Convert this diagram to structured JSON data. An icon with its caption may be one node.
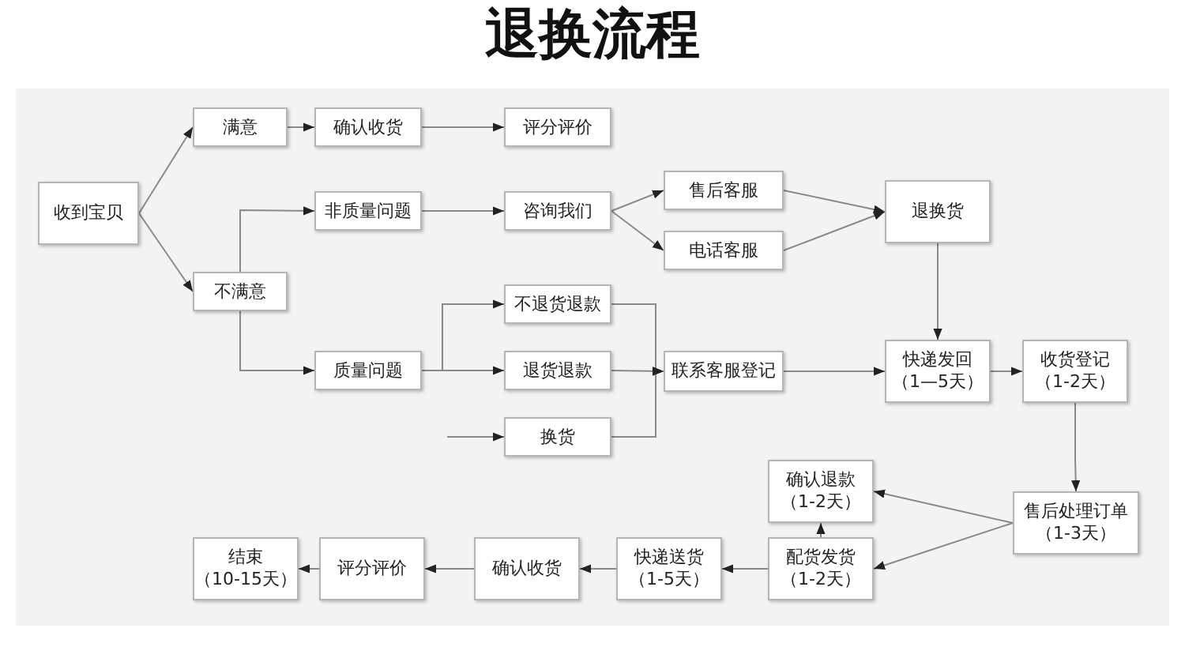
{
  "diagram": {
    "title": "退换流程",
    "nodes": [
      {
        "text": [
          "收到宝贝"
        ]
      },
      {
        "text": [
          "满意"
        ]
      },
      {
        "text": [
          "确认收货"
        ]
      },
      {
        "text": [
          "评分评价"
        ]
      },
      {
        "text": [
          "不满意"
        ]
      },
      {
        "text": [
          "非质量问题"
        ]
      },
      {
        "text": [
          "咨询我们"
        ]
      },
      {
        "text": [
          "售后客服"
        ]
      },
      {
        "text": [
          "电话客服"
        ]
      },
      {
        "text": [
          "退换货"
        ]
      },
      {
        "text": [
          "质量问题"
        ]
      },
      {
        "text": [
          "不退货退款"
        ]
      },
      {
        "text": [
          "退货退款"
        ]
      },
      {
        "text": [
          "换货"
        ]
      },
      {
        "text": [
          "联系客服登记"
        ]
      },
      {
        "text": [
          "快递发回",
          "（1—5天）"
        ]
      },
      {
        "text": [
          "收货登记",
          "（1-2天）"
        ]
      },
      {
        "text": [
          "售后处理订单",
          "（1-3天）"
        ]
      },
      {
        "text": [
          "确认退款",
          "（1-2天）"
        ]
      },
      {
        "text": [
          "配货发货",
          "（1-2天）"
        ]
      },
      {
        "text": [
          "快递送货",
          "（1-5天）"
        ]
      },
      {
        "text": [
          "确认收货"
        ]
      },
      {
        "text": [
          "评分评价"
        ]
      },
      {
        "text": [
          "结束",
          "（10-15天）"
        ]
      }
    ],
    "edges": [
      {
        "from": 0,
        "to": 1,
        "arrow": "to"
      },
      {
        "from": 0,
        "to": 4,
        "arrow": "to"
      },
      {
        "from": 1,
        "to": 2,
        "arrow": "to"
      },
      {
        "from": 2,
        "to": 3,
        "arrow": "to"
      },
      {
        "from": 4,
        "to": 5,
        "arrow": "to"
      },
      {
        "from": 4,
        "to": 10,
        "arrow": "to"
      },
      {
        "from": 5,
        "to": 6,
        "arrow": "to"
      },
      {
        "from": 6,
        "to": 7,
        "arrow": "to"
      },
      {
        "from": 6,
        "to": 8,
        "arrow": "to"
      },
      {
        "from": 7,
        "to": 9,
        "arrow": "to"
      },
      {
        "from": 8,
        "to": 9,
        "arrow": "to"
      },
      {
        "from": 10,
        "to": 11,
        "arrow": "to"
      },
      {
        "from": 10,
        "to": 12,
        "arrow": "to"
      },
      {
        "from": null,
        "to": 13,
        "arrow": "to"
      },
      {
        "from": 11,
        "to": 14,
        "arrow": "to"
      },
      {
        "from": 12,
        "to": 14,
        "arrow": "to"
      },
      {
        "from": 13,
        "to": 14,
        "arrow": "to"
      },
      {
        "from": 14,
        "to": 15,
        "arrow": "to"
      },
      {
        "from": 9,
        "to": 15,
        "arrow": "to"
      },
      {
        "from": 15,
        "to": 16,
        "arrow": "to"
      },
      {
        "from": 16,
        "to": 17,
        "arrow": "to"
      },
      {
        "from": 17,
        "to": 18,
        "arrow": "to"
      },
      {
        "from": 17,
        "to": 19,
        "arrow": "to"
      },
      {
        "from": 19,
        "to": 18,
        "arrow": "to"
      },
      {
        "from": 19,
        "to": 20,
        "arrow": "to"
      },
      {
        "from": 20,
        "to": 21,
        "arrow": "to"
      },
      {
        "from": 21,
        "to": 22,
        "arrow": "to"
      },
      {
        "from": 22,
        "to": 23,
        "arrow": "to"
      }
    ]
  }
}
